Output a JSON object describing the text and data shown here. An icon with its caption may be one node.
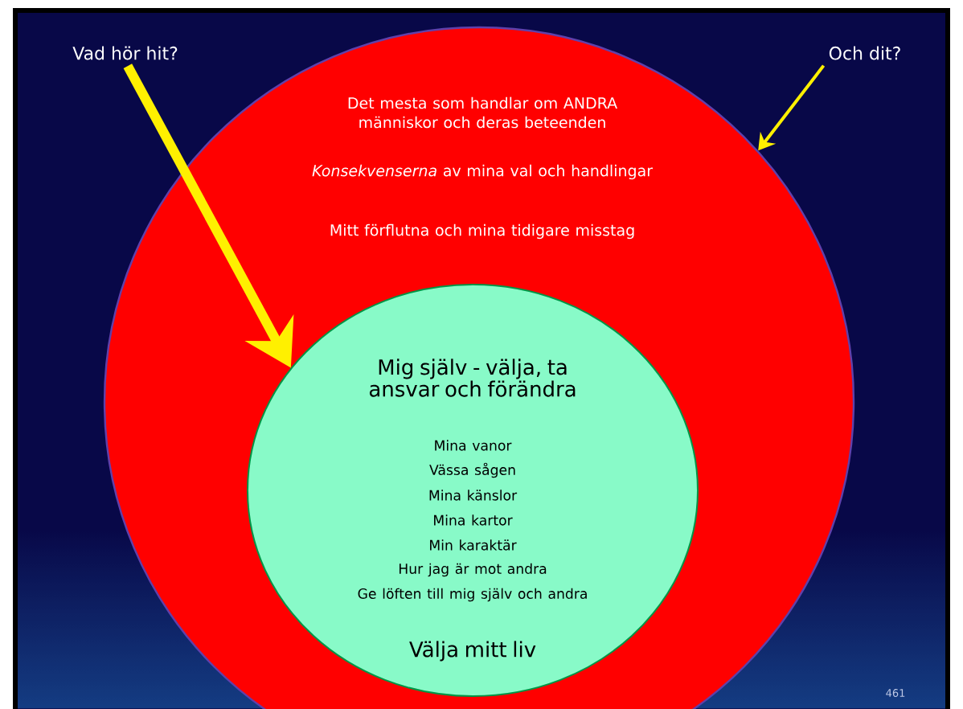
{
  "diagram": {
    "nodes": [
      {
        "text": [
          "Vad hör hit?"
        ]
      },
      {
        "text": [
          "Och dit?"
        ]
      },
      {
        "text": [
          "Det mesta som handlar om ANDRA människor och deras beteenden",
          "*Konsekvenserna* av mina val och handlingar",
          "Mitt förflutna och mina tidigare misstag"
        ]
      },
      {
        "text": [
          "Mig själv - välja, ta ansvar och förändra",
          "Mina vanor",
          "Vässa sågen",
          "Mina känslor",
          "Mina kartor",
          "Min karaktär",
          "Hur jag är mot andra",
          "Ge löften till mig själv och andra",
          "Välja mitt liv"
        ],
        "in": 2
      }
    ],
    "edges": [
      {
        "from": 0,
        "to": 3,
        "arrow": "to",
        "style": "thick"
      },
      {
        "from": 1,
        "to": 2,
        "arrow": "to"
      }
    ],
    "labels": [
      "461"
    ]
  }
}
